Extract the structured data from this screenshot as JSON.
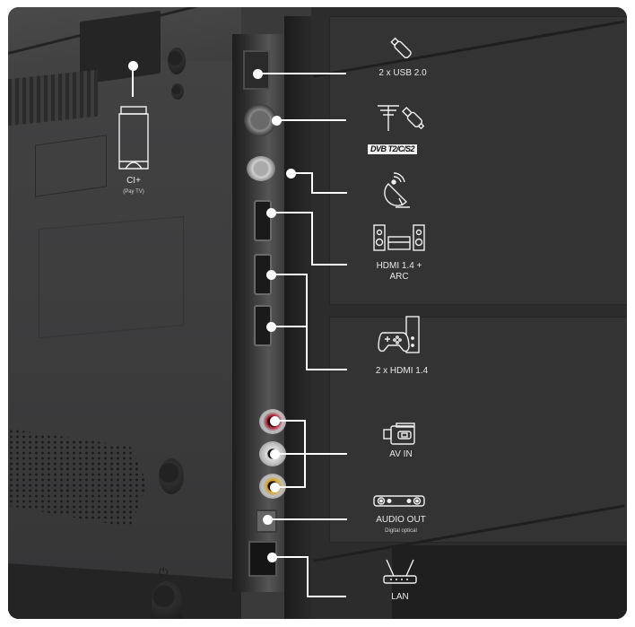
{
  "image": {
    "subject": "TV rear connector panel",
    "background_color": "#3a3a3b",
    "callout_color": "#ffffff"
  },
  "callouts": {
    "ci": {
      "label": "CI+",
      "sublabel": "(Pay TV)",
      "icon": "ci-card-icon"
    },
    "usb": {
      "label": "2 x USB 2.0",
      "icon": "usb-stick-icon"
    },
    "antenna": {
      "label": "DVB T2/C/S2",
      "label_parts": [
        "DVB",
        "T2",
        "C",
        "S2"
      ],
      "icon": "antenna-and-coax-icon"
    },
    "satellite": {
      "label": "",
      "icon": "satellite-dish-icon"
    },
    "hdmi_arc": {
      "label_line1": "HDMI 1.4 +",
      "label_line2": "ARC",
      "icon": "home-theater-icon"
    },
    "hdmi": {
      "label": "2 x HDMI 1.4",
      "icon": "game-console-icon"
    },
    "av_in": {
      "label": "AV IN",
      "icon": "camcorder-icon"
    },
    "audio_out": {
      "label": "AUDIO OUT",
      "sublabel": "Digital optical",
      "icon": "soundbar-icon"
    },
    "lan": {
      "label": "LAN",
      "icon": "router-icon"
    }
  },
  "ports": {
    "rca_colors": {
      "audio_left": "#a8142a",
      "audio_right": "#dddddd",
      "video": "#d8a21a"
    }
  },
  "tv_body": {
    "power_symbol": "⏻"
  }
}
